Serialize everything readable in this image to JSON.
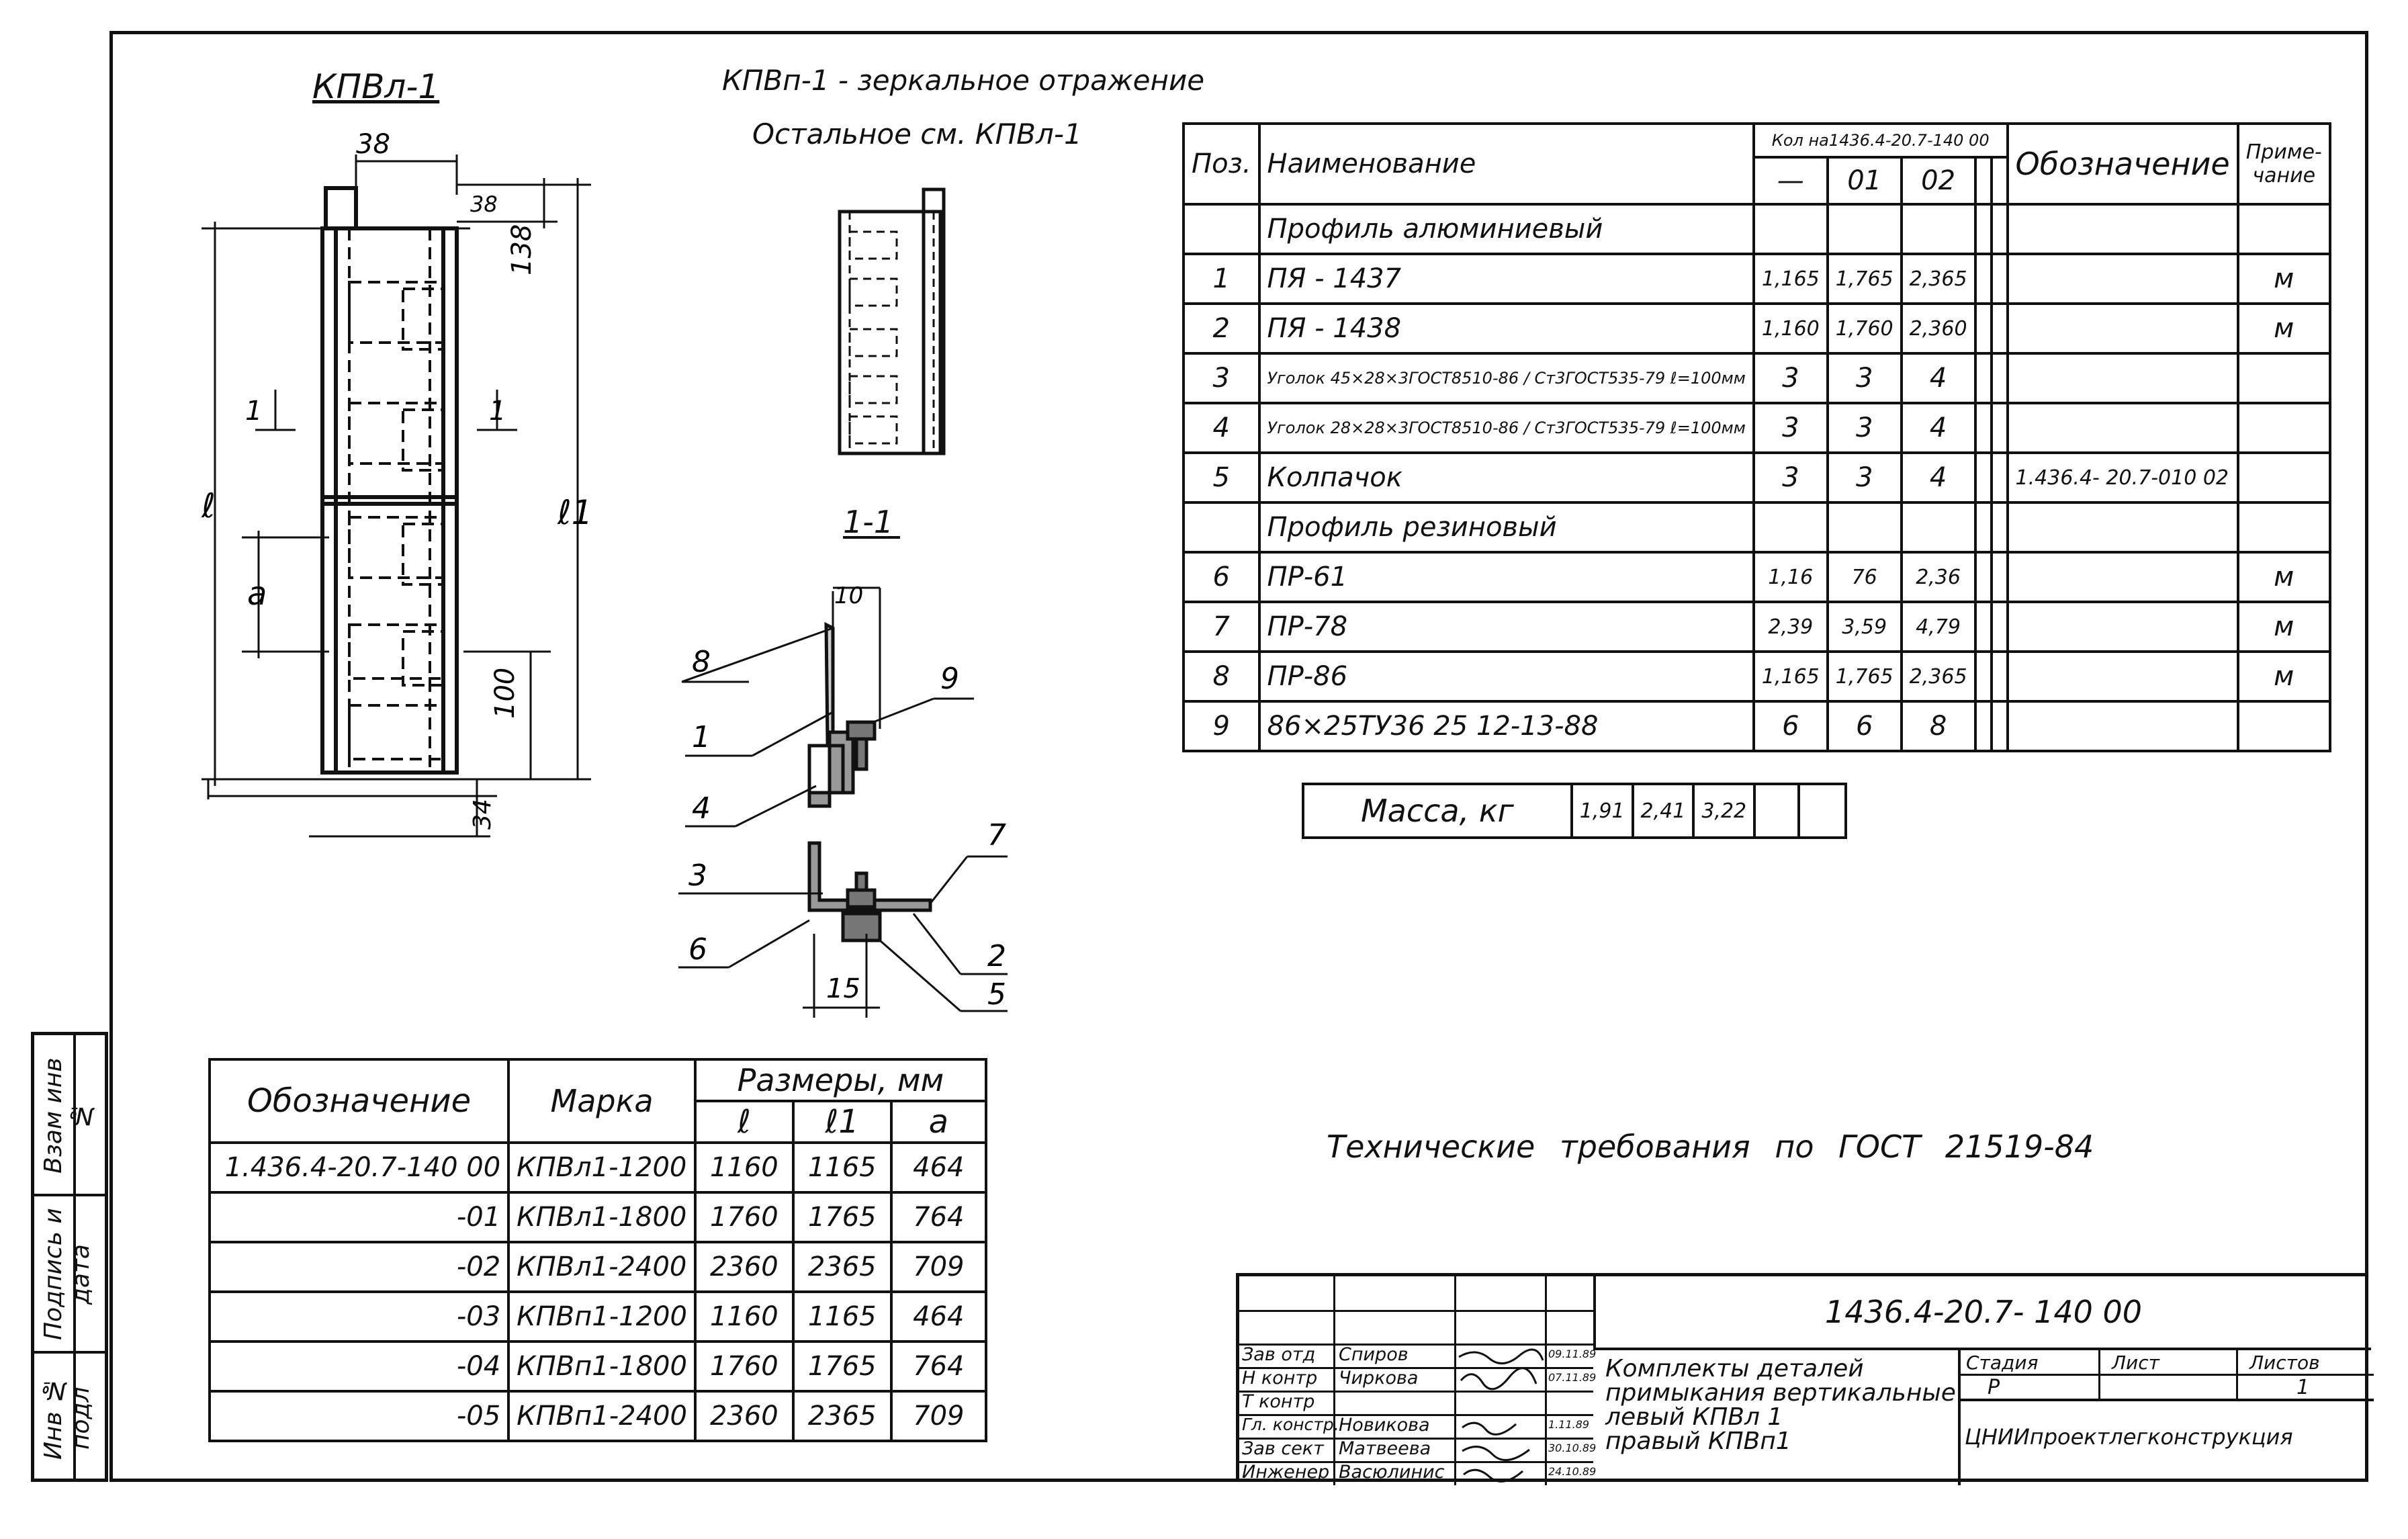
{
  "titles": {
    "left_view": "КПВл-1",
    "mirror_title": "КПВп-1 - зеркальное отражение",
    "mirror_note": "Остальное см. КПВл-1",
    "section": "1-1",
    "tech_requirements": "Технические требования по ГОСТ 21519-84"
  },
  "dims_left": {
    "top_width": "38",
    "d38": "38",
    "d138": "138",
    "section_mark": "1",
    "l": "ℓ",
    "l1": "ℓ1",
    "a": "а",
    "d100": "100",
    "d34": "34"
  },
  "dims_section": {
    "d10": "10",
    "d15": "15",
    "callouts": [
      "8",
      "1",
      "4",
      "3",
      "6",
      "9",
      "7",
      "2",
      "5"
    ]
  },
  "spec": {
    "head_pos": "Поз.",
    "head_name": "Наименование",
    "head_qty": "Кол на1436.4-20.7-140 00",
    "head_qty_cols": [
      "—",
      "01",
      "02"
    ],
    "head_designation": "Обозначение",
    "head_note": "Приме- чание",
    "rows": [
      {
        "pos": "",
        "name": "Профиль алюминиевый",
        "q0": "",
        "q1": "",
        "q2": "",
        "des": "",
        "note": ""
      },
      {
        "pos": "1",
        "name": "ПЯ - 1437",
        "q0": "1,165",
        "q1": "1,765",
        "q2": "2,365",
        "des": "",
        "note": "м"
      },
      {
        "pos": "2",
        "name": "ПЯ - 1438",
        "q0": "1,160",
        "q1": "1,760",
        "q2": "2,360",
        "des": "",
        "note": "м"
      },
      {
        "pos": "3",
        "name": "Уголок 45×28×3ГОСТ8510-86 / Ст3ГОСТ535-79  ℓ=100мм",
        "q0": "3",
        "q1": "3",
        "q2": "4",
        "des": "",
        "note": ""
      },
      {
        "pos": "4",
        "name": "Уголок 28×28×3ГОСТ8510-86 / Ст3ГОСТ535-79  ℓ=100мм",
        "q0": "3",
        "q1": "3",
        "q2": "4",
        "des": "",
        "note": ""
      },
      {
        "pos": "5",
        "name": "Колпачок",
        "q0": "3",
        "q1": "3",
        "q2": "4",
        "des": "1.436.4- 20.7-010 02",
        "note": ""
      },
      {
        "pos": "",
        "name": "Профиль резиновый",
        "q0": "",
        "q1": "",
        "q2": "",
        "des": "",
        "note": ""
      },
      {
        "pos": "6",
        "name": "ПР-61",
        "q0": "1,16",
        "q1": "76",
        "q2": "2,36",
        "des": "",
        "note": "м"
      },
      {
        "pos": "7",
        "name": "ПР-78",
        "q0": "2,39",
        "q1": "3,59",
        "q2": "4,79",
        "des": "",
        "note": "м"
      },
      {
        "pos": "8",
        "name": "ПР-86",
        "q0": "1,165",
        "q1": "1,765",
        "q2": "2,365",
        "des": "",
        "note": "м"
      },
      {
        "pos": "9",
        "name": "86×25ТУ36 25 12-13-88",
        "q0": "6",
        "q1": "6",
        "q2": "8",
        "des": "",
        "note": ""
      }
    ],
    "mass_label": "Масса, кг",
    "mass": [
      "1,91",
      "2,41",
      "3,22"
    ]
  },
  "sizes": {
    "head_designation": "Обозначение",
    "head_mark": "Марка",
    "head_sizes": "Размеры, мм",
    "head_cols": [
      "ℓ",
      "ℓ1",
      "а"
    ],
    "rows": [
      {
        "des": "1.436.4-20.7-140 00",
        "mark": "КПВл1-1200",
        "l": "1160",
        "l1": "1165",
        "a": "464"
      },
      {
        "des": "-01",
        "mark": "КПВл1-1800",
        "l": "1760",
        "l1": "1765",
        "a": "764"
      },
      {
        "des": "-02",
        "mark": "КПВл1-2400",
        "l": "2360",
        "l1": "2365",
        "a": "709"
      },
      {
        "des": "-03",
        "mark": "КПВп1-1200",
        "l": "1160",
        "l1": "1165",
        "a": "464"
      },
      {
        "des": "-04",
        "mark": "КПВп1-1800",
        "l": "1760",
        "l1": "1765",
        "a": "764"
      },
      {
        "des": "-05",
        "mark": "КПВп1-2400",
        "l": "2360",
        "l1": "2365",
        "a": "709"
      }
    ]
  },
  "stamp": {
    "code": "1436.4-20.7- 140 00",
    "title_lines": [
      "Комплекты деталей",
      "примыкания вертикальные",
      "левый КПВл 1",
      "правый КПВп1"
    ],
    "stage_label": "Стадия",
    "sheet_label": "Лист",
    "sheets_label": "Листов",
    "stage": "Р",
    "sheet": "",
    "sheets": "1",
    "org": "ЦНИИпроектлегконструкция",
    "people": [
      {
        "role": "Зав отд",
        "name": "Спиров",
        "date": "09.11.89"
      },
      {
        "role": "Н контр",
        "name": "Чиркова",
        "date": "07.11.89"
      },
      {
        "role": "Т контр",
        "name": "",
        "date": ""
      },
      {
        "role": "Гл. констр.",
        "name": "Новикова",
        "date": "1.11.89"
      },
      {
        "role": "Зав сект",
        "name": "Матвеева",
        "date": "30.10.89"
      },
      {
        "role": "Инженер",
        "name": "Васюлинис",
        "date": "24.10.89"
      }
    ]
  },
  "sidebar": {
    "labels": [
      "Взам инв №",
      "Подпись и дата",
      "Инв № подл"
    ]
  }
}
